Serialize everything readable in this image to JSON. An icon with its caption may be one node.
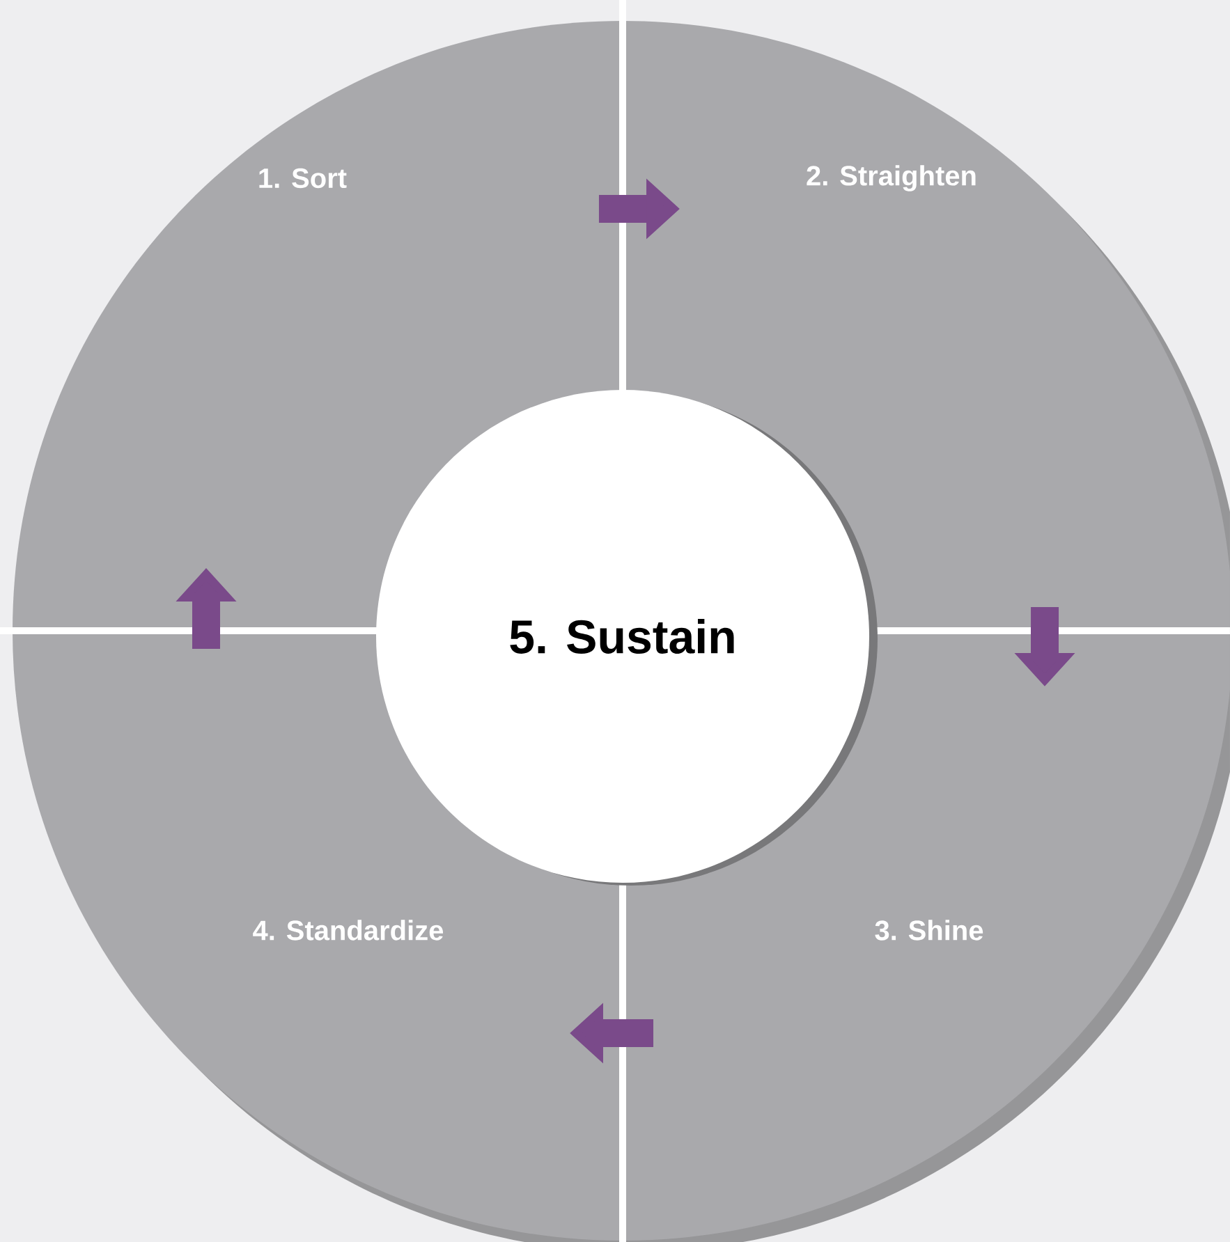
{
  "diagram": {
    "nodes": [
      {
        "text": [
          "1. Sort"
        ]
      },
      {
        "text": [
          "2. Straighten"
        ]
      },
      {
        "text": [
          "3. Shine"
        ]
      },
      {
        "text": [
          "4. Standardize"
        ]
      },
      {
        "text": [
          "5. Sustain"
        ]
      }
    ],
    "edges": [
      {
        "from": 0,
        "to": 1,
        "arrow": "to"
      },
      {
        "from": 1,
        "to": 2,
        "arrow": "to"
      },
      {
        "from": 2,
        "to": 3,
        "arrow": "to"
      },
      {
        "from": 3,
        "to": 0,
        "arrow": "to"
      }
    ]
  }
}
